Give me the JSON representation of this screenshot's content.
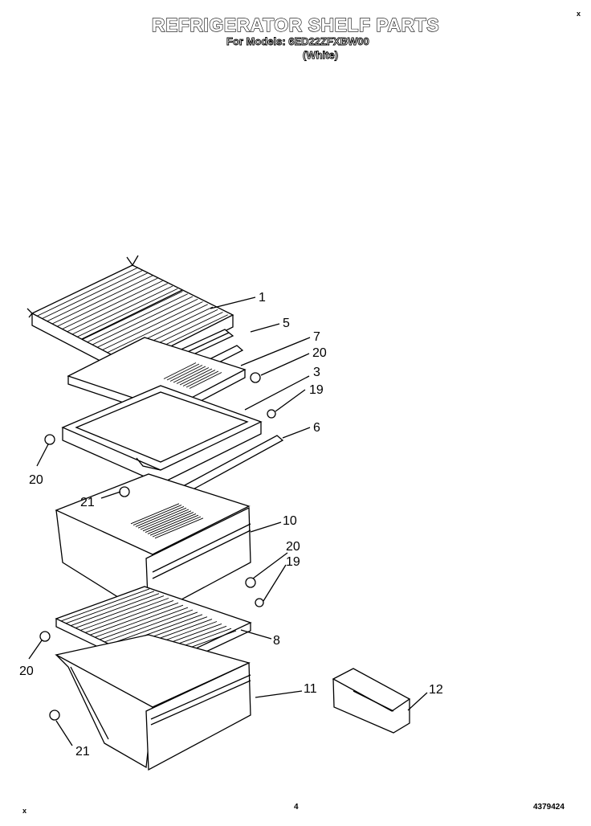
{
  "header": {
    "title": "REFRIGERATOR SHELF PARTS",
    "subtitle": "For Models: 6ED22ZFXBW00",
    "variant": "(White)"
  },
  "footer": {
    "page_number": "4",
    "doc_number": "4379424",
    "corner_mark": "x"
  },
  "callouts": [
    {
      "id": "1",
      "label": "1"
    },
    {
      "id": "5",
      "label": "5"
    },
    {
      "id": "7",
      "label": "7"
    },
    {
      "id": "20a",
      "label": "20"
    },
    {
      "id": "3",
      "label": "3"
    },
    {
      "id": "19a",
      "label": "19"
    },
    {
      "id": "6",
      "label": "6"
    },
    {
      "id": "20b",
      "label": "20"
    },
    {
      "id": "21a",
      "label": "21"
    },
    {
      "id": "10",
      "label": "10"
    },
    {
      "id": "20c",
      "label": "20"
    },
    {
      "id": "19b",
      "label": "19"
    },
    {
      "id": "8",
      "label": "8"
    },
    {
      "id": "20d",
      "label": "20"
    },
    {
      "id": "11",
      "label": "11"
    },
    {
      "id": "12",
      "label": "12"
    },
    {
      "id": "21b",
      "label": "21"
    }
  ]
}
